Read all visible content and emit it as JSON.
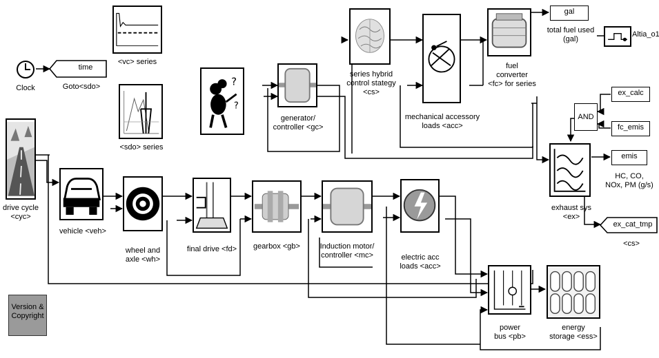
{
  "clock": {
    "label": "Clock"
  },
  "goto_time": {
    "tag": "time",
    "caption": "Goto<sdo>"
  },
  "vc_scope": {
    "caption": "<vc> series"
  },
  "sdo_scope": {
    "caption": "<sdo> series"
  },
  "drive_cycle": {
    "line1": "drive cycle",
    "line2": "<cyc>"
  },
  "vehicle": {
    "caption": "vehicle <veh>"
  },
  "wheel_axle": {
    "line1": "wheel and",
    "line2": "axle <wh>"
  },
  "final_drive": {
    "caption": "final drive <fd>"
  },
  "gearbox": {
    "caption": "gearbox <gb>"
  },
  "motor": {
    "line1": "Induction motor/",
    "line2": "controller <mc>"
  },
  "electric_acc": {
    "line1": "electric acc",
    "line2": "loads <acc>"
  },
  "generator": {
    "line1": "generator/",
    "line2": "controller <gc>"
  },
  "hybrid_control": {
    "line1": "series hybrid",
    "line2": "control stategy",
    "line3": "<cs>"
  },
  "mech_acc": {
    "line1": "mechanical accessory",
    "line2": "loads <acc>"
  },
  "fuel_converter": {
    "line1": "fuel",
    "line2": "converter",
    "line3": "<fc> for series"
  },
  "fuel_gal": {
    "tag": "gal",
    "line1": "total fuel used",
    "line2": "(gal)"
  },
  "altia": {
    "label": "Altia_o1"
  },
  "and_gate": {
    "label": "AND"
  },
  "ex_calc": {
    "tag": "ex_calc"
  },
  "fc_emis": {
    "tag": "fc_emis"
  },
  "exhaust": {
    "line1": "exhaust sys",
    "line2": "<ex>"
  },
  "emis": {
    "tag": "emis",
    "line1": "HC, CO,",
    "line2": "NOx, PM (g/s)"
  },
  "ex_cat_tmp": {
    "tag": "ex_cat_tmp",
    "caption": "<cs>"
  },
  "power_bus": {
    "line1": "power",
    "line2": "bus <pb>"
  },
  "energy_storage": {
    "line1": "energy",
    "line2": "storage <ess>"
  },
  "version_button": {
    "line1": "Version &",
    "line2": "Copyright"
  }
}
